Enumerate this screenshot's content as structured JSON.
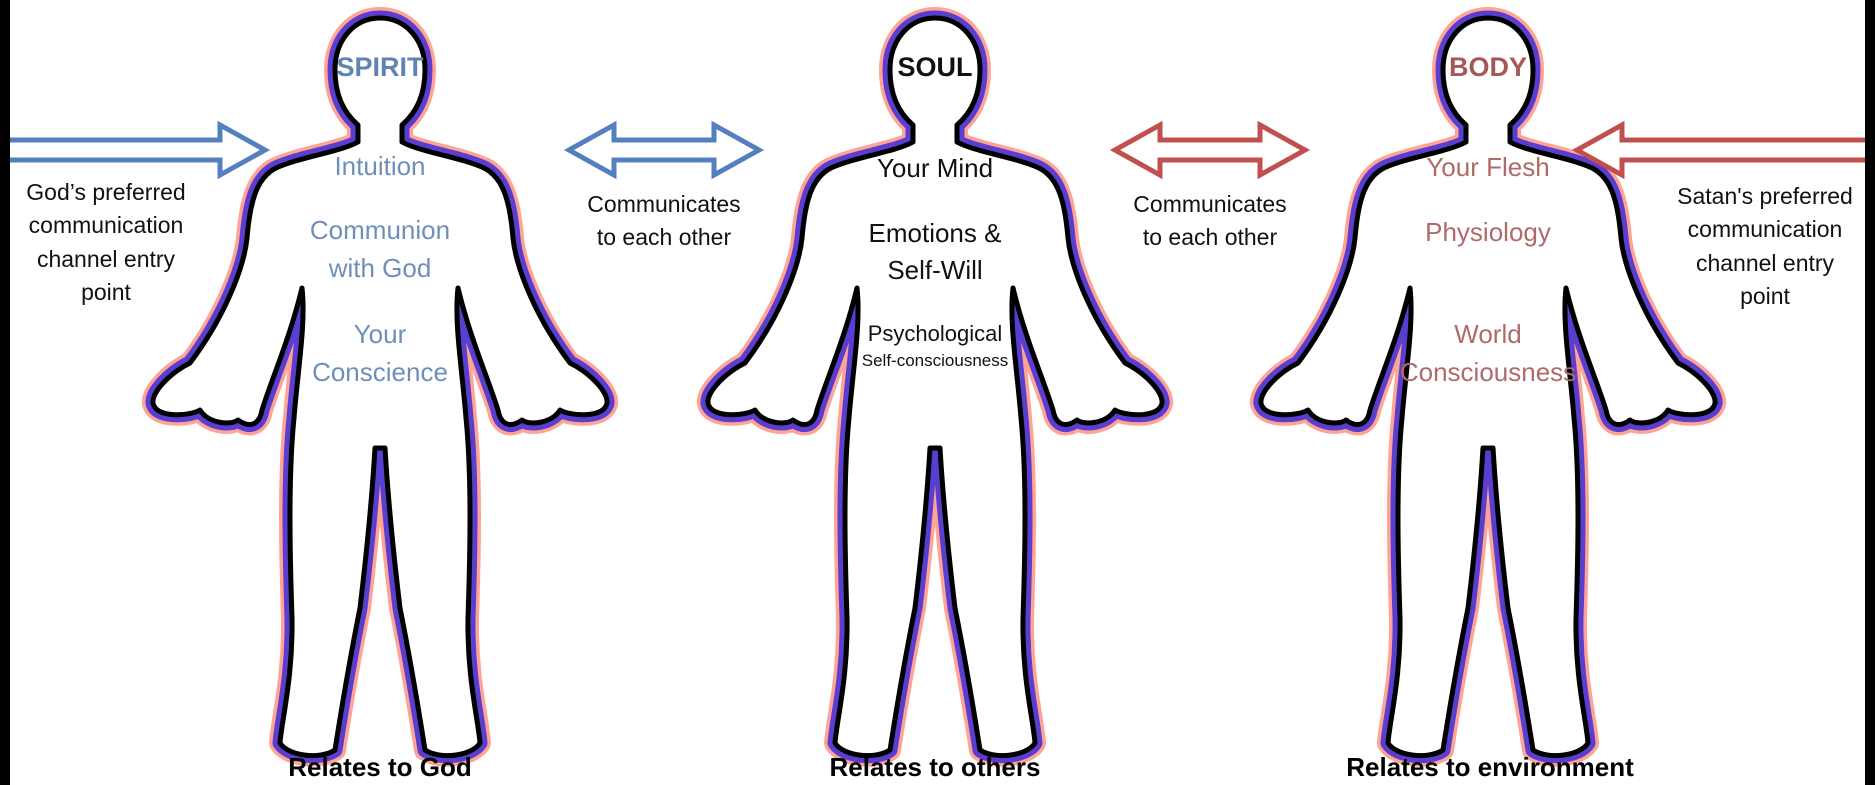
{
  "colors": {
    "spirit": "#5f84b4",
    "soul": "#111111",
    "body": "#a65858",
    "arrow_blue": "#5580bf",
    "arrow_red": "#c0504d"
  },
  "figures": {
    "spirit": {
      "title": "SPIRIT",
      "lines": [
        "Intuition",
        "Communion",
        "with God",
        "Your",
        "Conscience"
      ],
      "relates": "Relates to God"
    },
    "soul": {
      "title": "SOUL",
      "lines": [
        "Your Mind",
        "Emotions &",
        "Self-Will",
        "Psychological",
        "Self-consciousness"
      ],
      "relates": "Relates to others"
    },
    "body": {
      "title": "BODY",
      "lines": [
        "Your Flesh",
        "Physiology",
        "World",
        "Consciousness"
      ],
      "relates": "Relates to environment"
    }
  },
  "captions": {
    "god": [
      "God’s preferred",
      "communication",
      "channel entry",
      "point"
    ],
    "left_link": [
      "Communicates",
      "to each other"
    ],
    "right_link": [
      "Communicates",
      "to each other"
    ],
    "satan": [
      "Satan's preferred",
      "communication",
      "channel entry",
      "point"
    ]
  }
}
